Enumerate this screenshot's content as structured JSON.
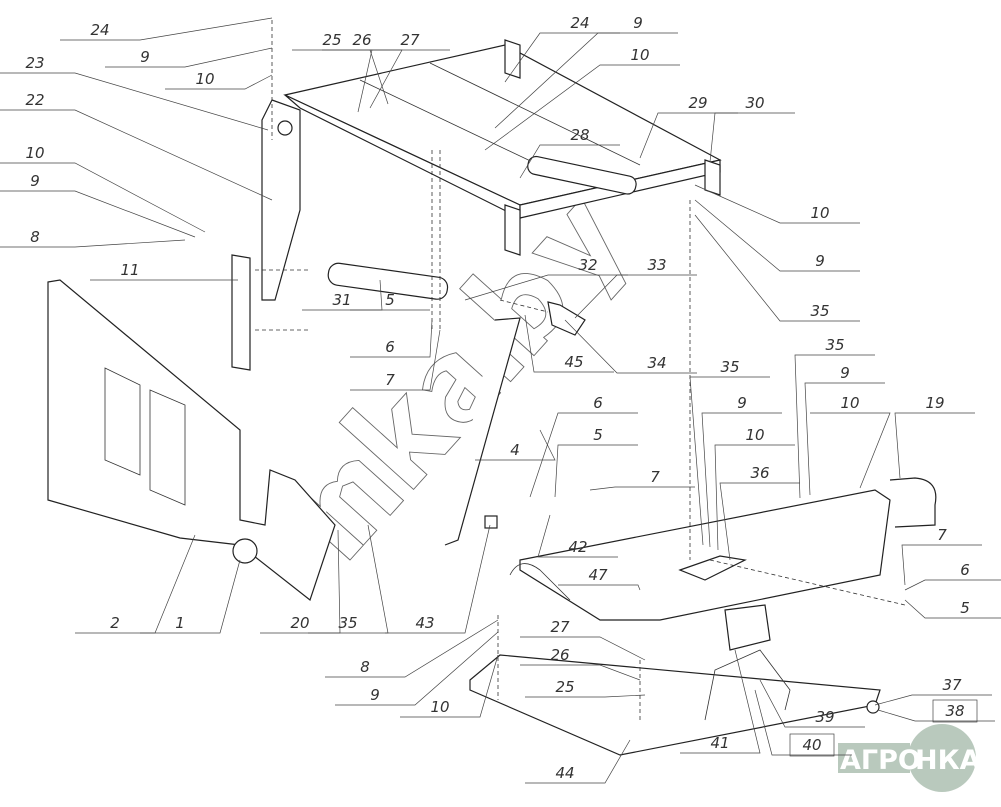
{
  "diagram": {
    "title": "Exploded parts assembly",
    "callouts": [
      "24",
      "9",
      "10",
      "23",
      "22",
      "10",
      "9",
      "8",
      "11",
      "25",
      "26",
      "27",
      "24",
      "9",
      "10",
      "29",
      "30",
      "28",
      "10",
      "9",
      "35",
      "31",
      "5",
      "32",
      "33",
      "6",
      "7",
      "45",
      "34",
      "35",
      "9",
      "10",
      "35",
      "9",
      "10",
      "19",
      "6",
      "5",
      "36",
      "7",
      "42",
      "47",
      "7",
      "6",
      "5",
      "2",
      "1",
      "20",
      "35",
      "43",
      "8",
      "27",
      "26",
      "9",
      "25",
      "10",
      "37",
      "38",
      "39",
      "41",
      "40",
      "44",
      "4"
    ],
    "watermark": "mka.by",
    "logo": {
      "text_left": "АГРО",
      "text_right": "НКА",
      "color": "#b9c9bd"
    }
  }
}
